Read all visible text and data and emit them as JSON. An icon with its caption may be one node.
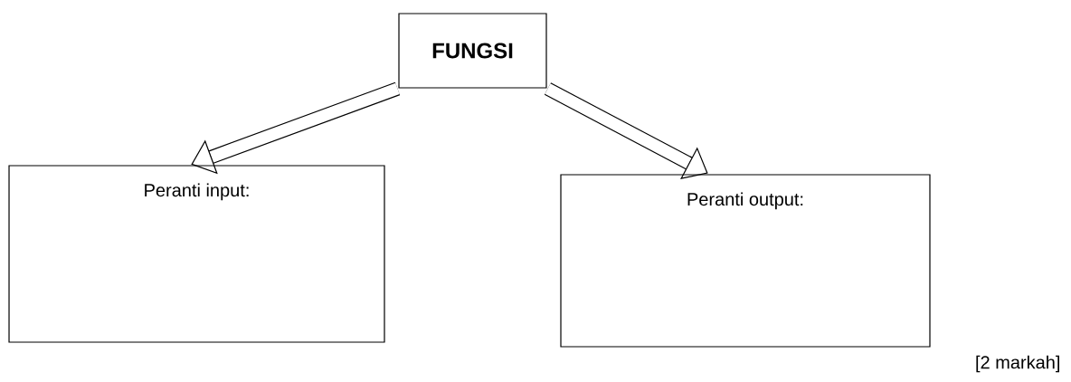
{
  "diagram": {
    "nodes": [
      {
        "text": [
          "FUNGSI"
        ]
      },
      {
        "text": [
          "Peranti input:"
        ]
      },
      {
        "text": [
          "Peranti output:"
        ]
      }
    ],
    "edges": [
      {
        "from": 0,
        "to": 1,
        "arrow": "to"
      },
      {
        "from": 0,
        "to": 2,
        "arrow": "to"
      }
    ],
    "labels": [
      "[2 markah]"
    ]
  }
}
